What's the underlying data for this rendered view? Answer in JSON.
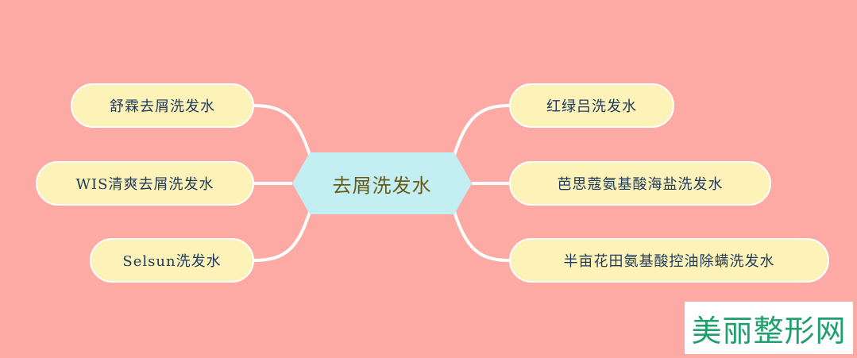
{
  "colors": {
    "background": "#fdaaa5",
    "center_fill": "#c3eef2",
    "center_text": "#6b5a14",
    "node_fill": "#fdf2b8",
    "node_text": "#1d3a5c",
    "connector": "#ffffff",
    "watermark_text": "#1f9e6e"
  },
  "center": {
    "label": "去屑洗发水"
  },
  "left_branches": [
    {
      "label": "舒霖去屑洗发水"
    },
    {
      "label": "WIS清爽去屑洗发水"
    },
    {
      "label": "Selsun洗发水"
    }
  ],
  "right_branches": [
    {
      "label": "红绿吕洗发水"
    },
    {
      "label": "芭思蔻氨基酸海盐洗发水"
    },
    {
      "label": "半亩花田氨基酸控油除螨洗发水"
    }
  ],
  "watermark": {
    "text": "美丽整形网"
  }
}
